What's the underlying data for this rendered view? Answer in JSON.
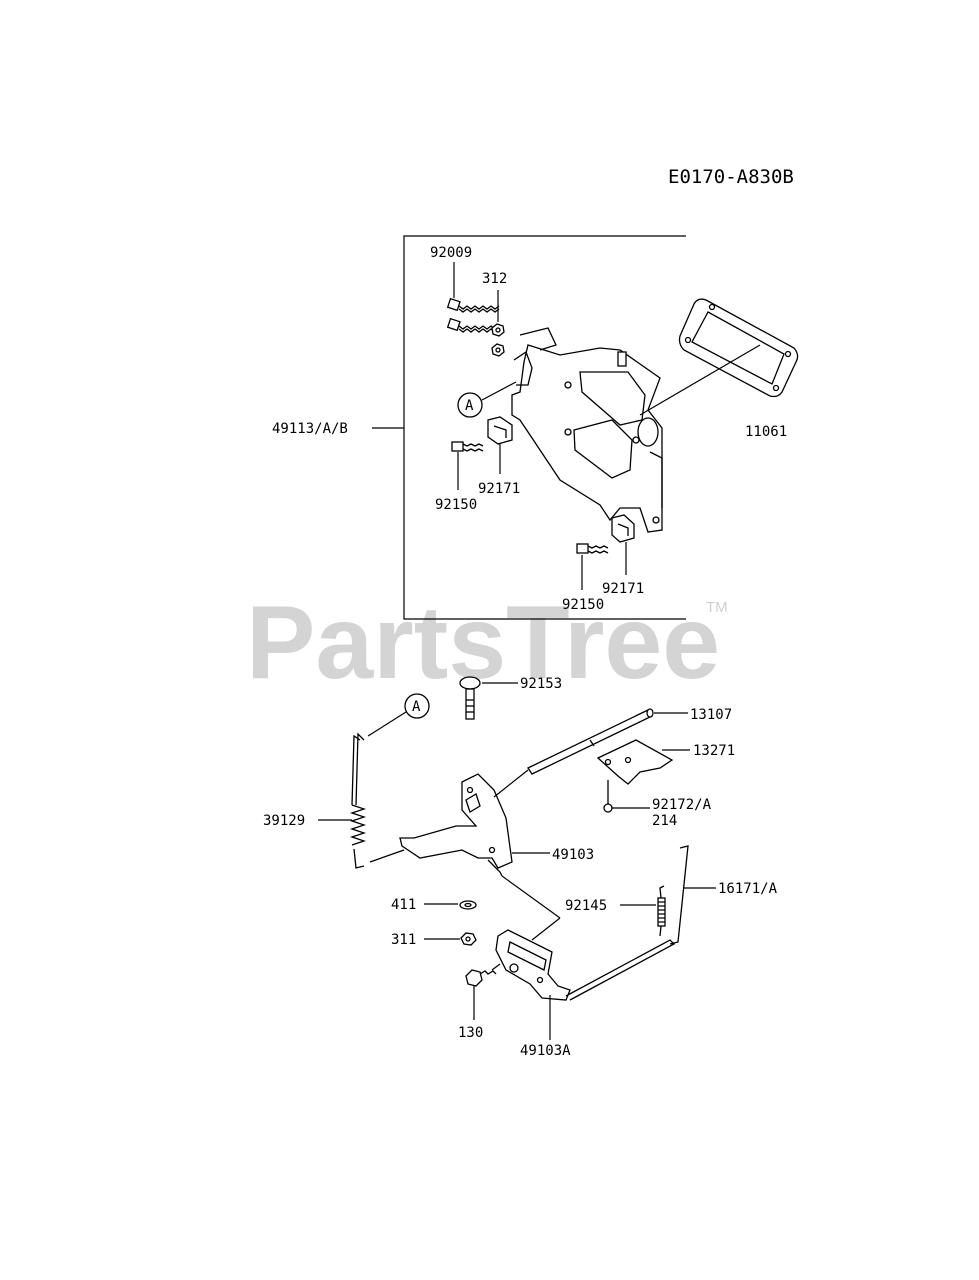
{
  "diagram_code": "E0170-A830B",
  "watermark": {
    "text": "PartsTree",
    "tm": "TM"
  },
  "callout_ref": "A",
  "labels": {
    "p92009": "92009",
    "p312": "312",
    "p49113": "49113/A/B",
    "p11061": "11061",
    "p92171_a": "92171",
    "p92150_a": "92150",
    "p92171_b": "92171",
    "p92150_b": "92150",
    "p92153": "92153",
    "p13107": "13107",
    "p13271": "13271",
    "p92172": "92172/A",
    "p214": "214",
    "p39129": "39129",
    "p49103": "49103",
    "p411": "411",
    "p92145": "92145",
    "p16171": "16171/A",
    "p311": "311",
    "p130": "130",
    "p49103A": "49103A"
  }
}
